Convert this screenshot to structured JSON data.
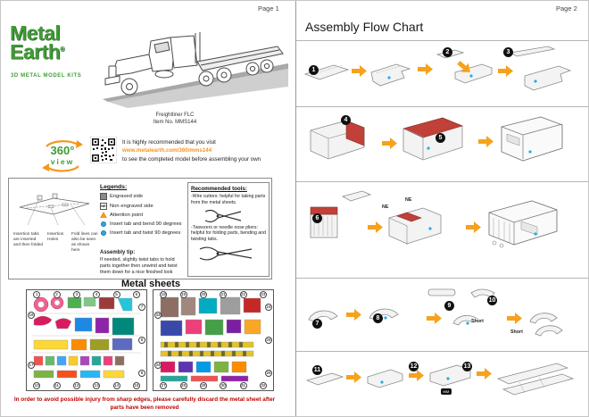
{
  "pages": {
    "page1_label": "Page 1",
    "page2_label": "Page 2"
  },
  "brand": {
    "name_top": "Metal",
    "name_bottom": "Earth",
    "reg": "®",
    "tagline": "3D METAL MODEL KITS",
    "brand_green": "#3F9C35"
  },
  "product": {
    "name": "Freightliner FLC",
    "item": "Item No. MMS144"
  },
  "promo": {
    "badge": "360°",
    "badge_caption": "view",
    "line1": "It is highly recommended that you visit",
    "url": "www.metalearth.com/360/mms144",
    "line2": "to see the completed model before assembling your own",
    "accent_orange": "#F7941D"
  },
  "legend": {
    "title": "Legends:",
    "items": [
      {
        "icon": "engraved-square",
        "label": "Engraved side"
      },
      {
        "icon": "non-engraved-square",
        "icon_text": "NE",
        "label": "Non engraved side"
      },
      {
        "icon": "attention-triangle",
        "label": "Attention point"
      },
      {
        "icon": "blue-dot",
        "label": "Insert tab and bend 90 degrees"
      },
      {
        "icon": "blue-dot",
        "label": "Insert tab and twist 90 degrees"
      }
    ]
  },
  "diagram_notes": {
    "tabs": "Insertion tabs are inserted and then folded",
    "holes": "Insertion Holes",
    "folds": "Fold lines can also be seen as shown here"
  },
  "tools": {
    "title": "Recommended tools:",
    "wire": "-Wire cutters: helpful for taking parts from the metal sheets.",
    "tweezers": "-Tweezers or needle nose pliers: helpful for folding parts, bending and twisting tabs."
  },
  "tip": {
    "title": "Assembly tip:",
    "text": "If needed, slightly twist tabs to hold parts together then unwind and twist them down for a nice finished look"
  },
  "metal_sheets": {
    "title": "Metal sheets",
    "sheet1": {
      "edge_numbers": {
        "top": [
          "1",
          "2",
          "3",
          "4",
          "5",
          "6"
        ],
        "right": [
          "7",
          "8",
          "9"
        ],
        "bottom": [
          "10",
          "11",
          "12",
          "13",
          "14",
          "15"
        ],
        "left": [
          "16",
          "17"
        ]
      }
    },
    "sheet2": {
      "edge_numbers": {
        "top": [
          "18",
          "19",
          "20",
          "21",
          "22",
          "23"
        ],
        "right": [
          "24",
          "25",
          "26"
        ],
        "bottom": [
          "27",
          "28",
          "29",
          "30",
          "31",
          "32"
        ],
        "left": [
          "33",
          "34"
        ]
      }
    }
  },
  "warning": "In order to avoid possible injury from sharp edges, please carefully discard the metal sheet after parts have been removed",
  "flow": {
    "title": "Assembly Flow Chart",
    "steps": [
      "1",
      "2",
      "3",
      "4",
      "5",
      "6",
      "7",
      "8",
      "9",
      "10",
      "11",
      "12",
      "13"
    ],
    "ne": "NE",
    "short": "Short",
    "mm": "MM",
    "arrow_orange": "#F6A21C",
    "highlight_red": "#C14038",
    "dot_blue": "#29ABE2"
  }
}
